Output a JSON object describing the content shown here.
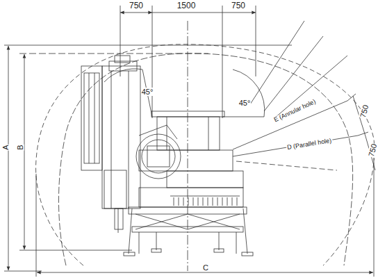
{
  "diagram": {
    "labels": [
      "750",
      "1500",
      "750",
      "45°",
      "45°",
      "E (Annular hole)",
      "D (Parallel hole)",
      "750",
      "750",
      "A",
      "B",
      "C"
    ]
  }
}
